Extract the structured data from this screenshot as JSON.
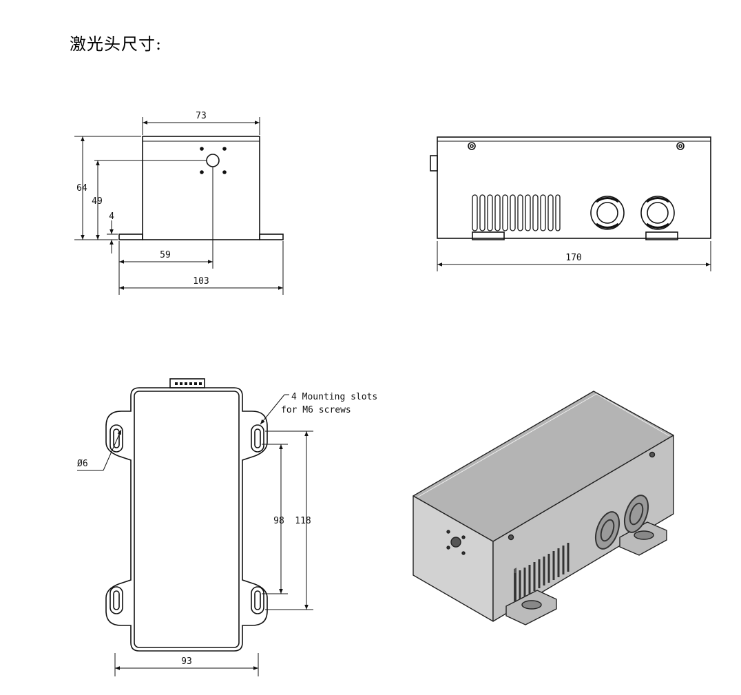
{
  "heading": "激光头尺寸:",
  "front_view": {
    "dims": {
      "width": "73",
      "height_total": "64",
      "height_center": "49",
      "base_height": "4",
      "center_offset": "59",
      "base_width": "103"
    }
  },
  "side_view": {
    "dims": {
      "length": "170"
    }
  },
  "top_view": {
    "dims": {
      "diameter": "Ø6",
      "slot_spacing_inner": "98",
      "slot_spacing_outer": "118",
      "width": "93"
    },
    "note_line1": "4 Mounting slots",
    "note_line2": "for M6 screws"
  },
  "iso_view": {}
}
